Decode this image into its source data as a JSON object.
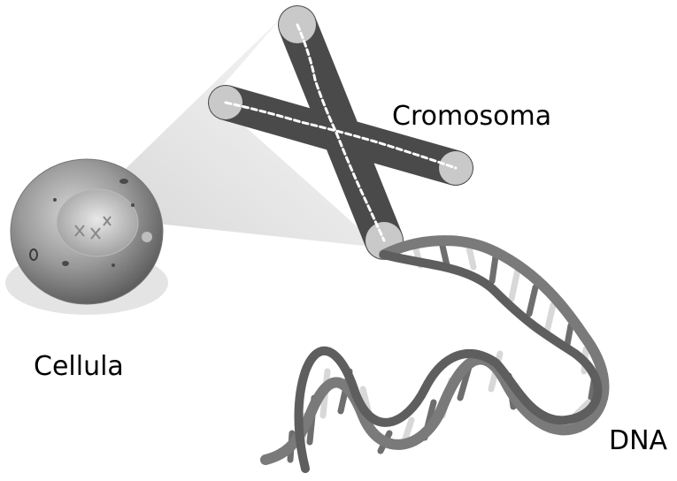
{
  "labels": {
    "chromosome": "Cromosoma",
    "cell": "Cellula",
    "dna": "DNA"
  },
  "colors": {
    "chromosome_body": "#4a4a4a",
    "chromosome_tip": "#c9c9c9",
    "cell_body": "#9a9a9a",
    "magnifier_cone": "#dcdcdc",
    "helix_backbone": "#7a7a7a",
    "base_pair_light": "#d8d8d8",
    "base_pair_dark": "#6e6e6e"
  }
}
